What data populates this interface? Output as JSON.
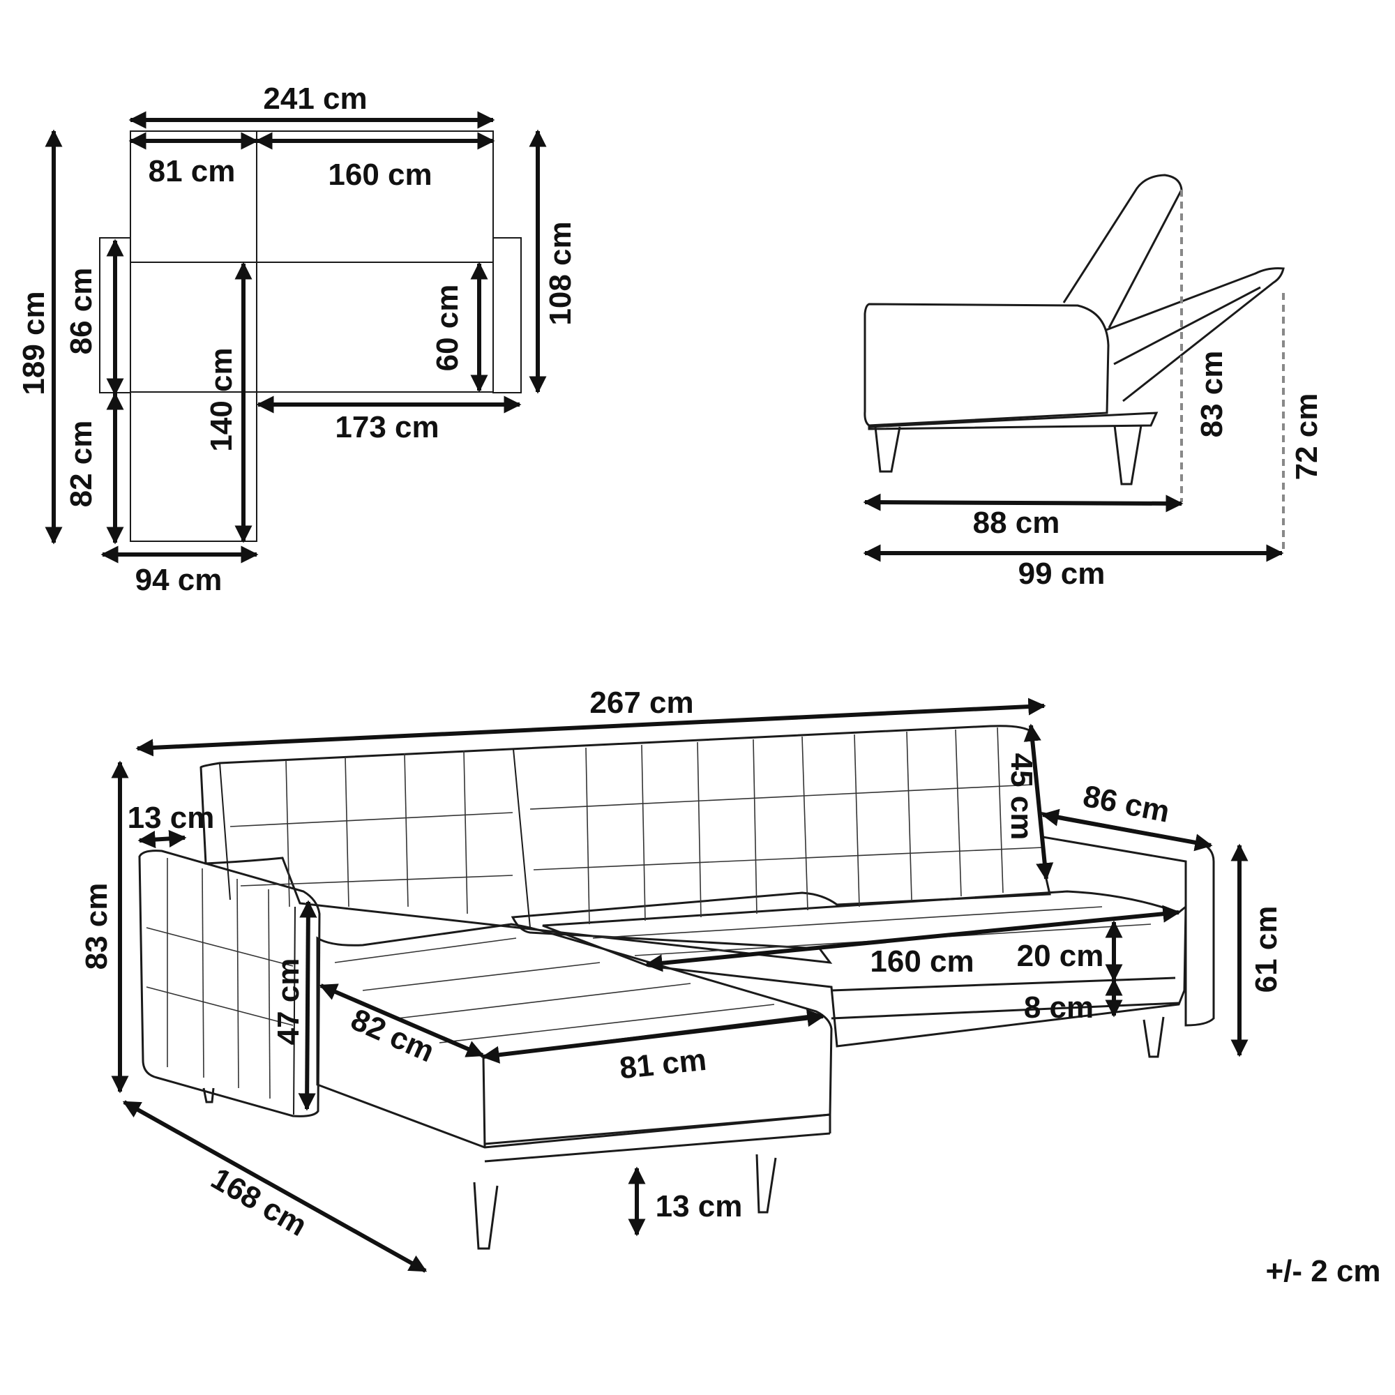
{
  "plan": {
    "total_width": "241 cm",
    "chaise_width_top": "81 cm",
    "sofa_width": "160 cm",
    "total_depth": "189 cm",
    "arm_depth": "86 cm",
    "sofa_depth": "108 cm",
    "seat_depth": "60 cm",
    "chaise_length": "140 cm",
    "chaise_front": "82 cm",
    "seat_width": "173 cm",
    "chaise_width": "94 cm"
  },
  "side": {
    "depth_upright": "88 cm",
    "depth_reclined": "99 cm",
    "height_upright": "83 cm",
    "height_reclined": "72 cm"
  },
  "perspective": {
    "total_length": "267 cm",
    "arm_width": "13 cm",
    "back_height": "45 cm",
    "right_depth": "86 cm",
    "total_height": "83 cm",
    "arm_height": "47 cm",
    "seat_width": "160 cm",
    "cushion_height": "20 cm",
    "base_height": "8 cm",
    "right_height": "61 cm",
    "chaise_depth": "82 cm",
    "chaise_width": "81 cm",
    "total_depth": "168 cm",
    "leg_height": "13 cm"
  },
  "tolerance": "+/- 2 cm"
}
